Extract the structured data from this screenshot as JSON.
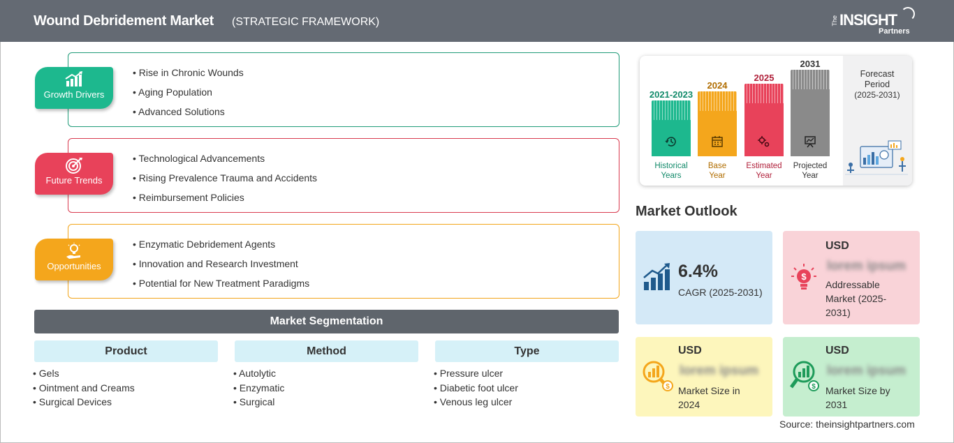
{
  "header": {
    "title": "Wound Debridement Market",
    "subtitle": "(STRATEGIC FRAMEWORK)",
    "logo": {
      "the": "The",
      "insight": "INSIGHT",
      "partners": "Partners"
    }
  },
  "factors": [
    {
      "label": "Growth Drivers",
      "color": "#1db88e",
      "icon": "growth-chart-icon",
      "items": [
        "Rise in Chronic Wounds",
        "Aging Population",
        "Advanced Solutions"
      ]
    },
    {
      "label": "Future Trends",
      "color": "#e8425a",
      "icon": "target-icon",
      "items": [
        "Technological Advancements",
        "Rising Prevalence Trauma and Accidents",
        "Reimbursement Policies"
      ]
    },
    {
      "label": "Opportunities",
      "color": "#f4a61c",
      "icon": "lightbulb-hand-icon",
      "items": [
        "Enzymatic Debridement Agents",
        "Innovation and Research Investment",
        "Potential for New Treatment Paradigms"
      ]
    }
  ],
  "segmentation": {
    "title": "Market Segmentation",
    "columns": [
      {
        "header": "Product",
        "items": [
          "Gels",
          "Ointment and Creams",
          "Surgical Devices"
        ]
      },
      {
        "header": "Method",
        "items": [
          "Autolytic",
          "Enzymatic",
          "Surgical"
        ]
      },
      {
        "header": "Type",
        "items": [
          "Pressure ulcer",
          "Diabetic foot ulcer",
          "Venous leg ulcer"
        ]
      }
    ]
  },
  "timeline": {
    "bars": [
      {
        "year": "2021-2023",
        "label_line1": "Historical",
        "label_line2": "Years",
        "color": "#1db88e",
        "text_color": "#128a6a",
        "icon": "history-icon"
      },
      {
        "year": "2024",
        "label_line1": "Base",
        "label_line2": "Year",
        "color": "#f4a61c",
        "text_color": "#b06d00",
        "icon": "calendar-icon"
      },
      {
        "year": "2025",
        "label_line1": "Estimated",
        "label_line2": "Year",
        "color": "#e8425a",
        "text_color": "#b0203a",
        "icon": "gears-icon"
      },
      {
        "year": "2031",
        "label_line1": "Projected",
        "label_line2": "Year",
        "color": "#8a8a8a",
        "text_color": "#333333",
        "icon": "presentation-icon"
      }
    ],
    "forecast": {
      "line1": "Forecast",
      "line2": "Period",
      "line3": "(2025-2031)"
    }
  },
  "outlook": {
    "title": "Market Outlook",
    "cagr": {
      "value": "6.4%",
      "label": "CAGR (2025-2031)"
    },
    "addressable": {
      "currency": "USD",
      "value": "lorem ipsum",
      "label": "Addressable Market (2025-2031)"
    },
    "size2024": {
      "currency": "USD",
      "value": "lorem ipsum",
      "label": "Market Size in 2024"
    },
    "size2031": {
      "currency": "USD",
      "value": "lorem ipsum",
      "label": "Market Size by 2031"
    }
  },
  "source": "Source: theinsightpartners.com"
}
